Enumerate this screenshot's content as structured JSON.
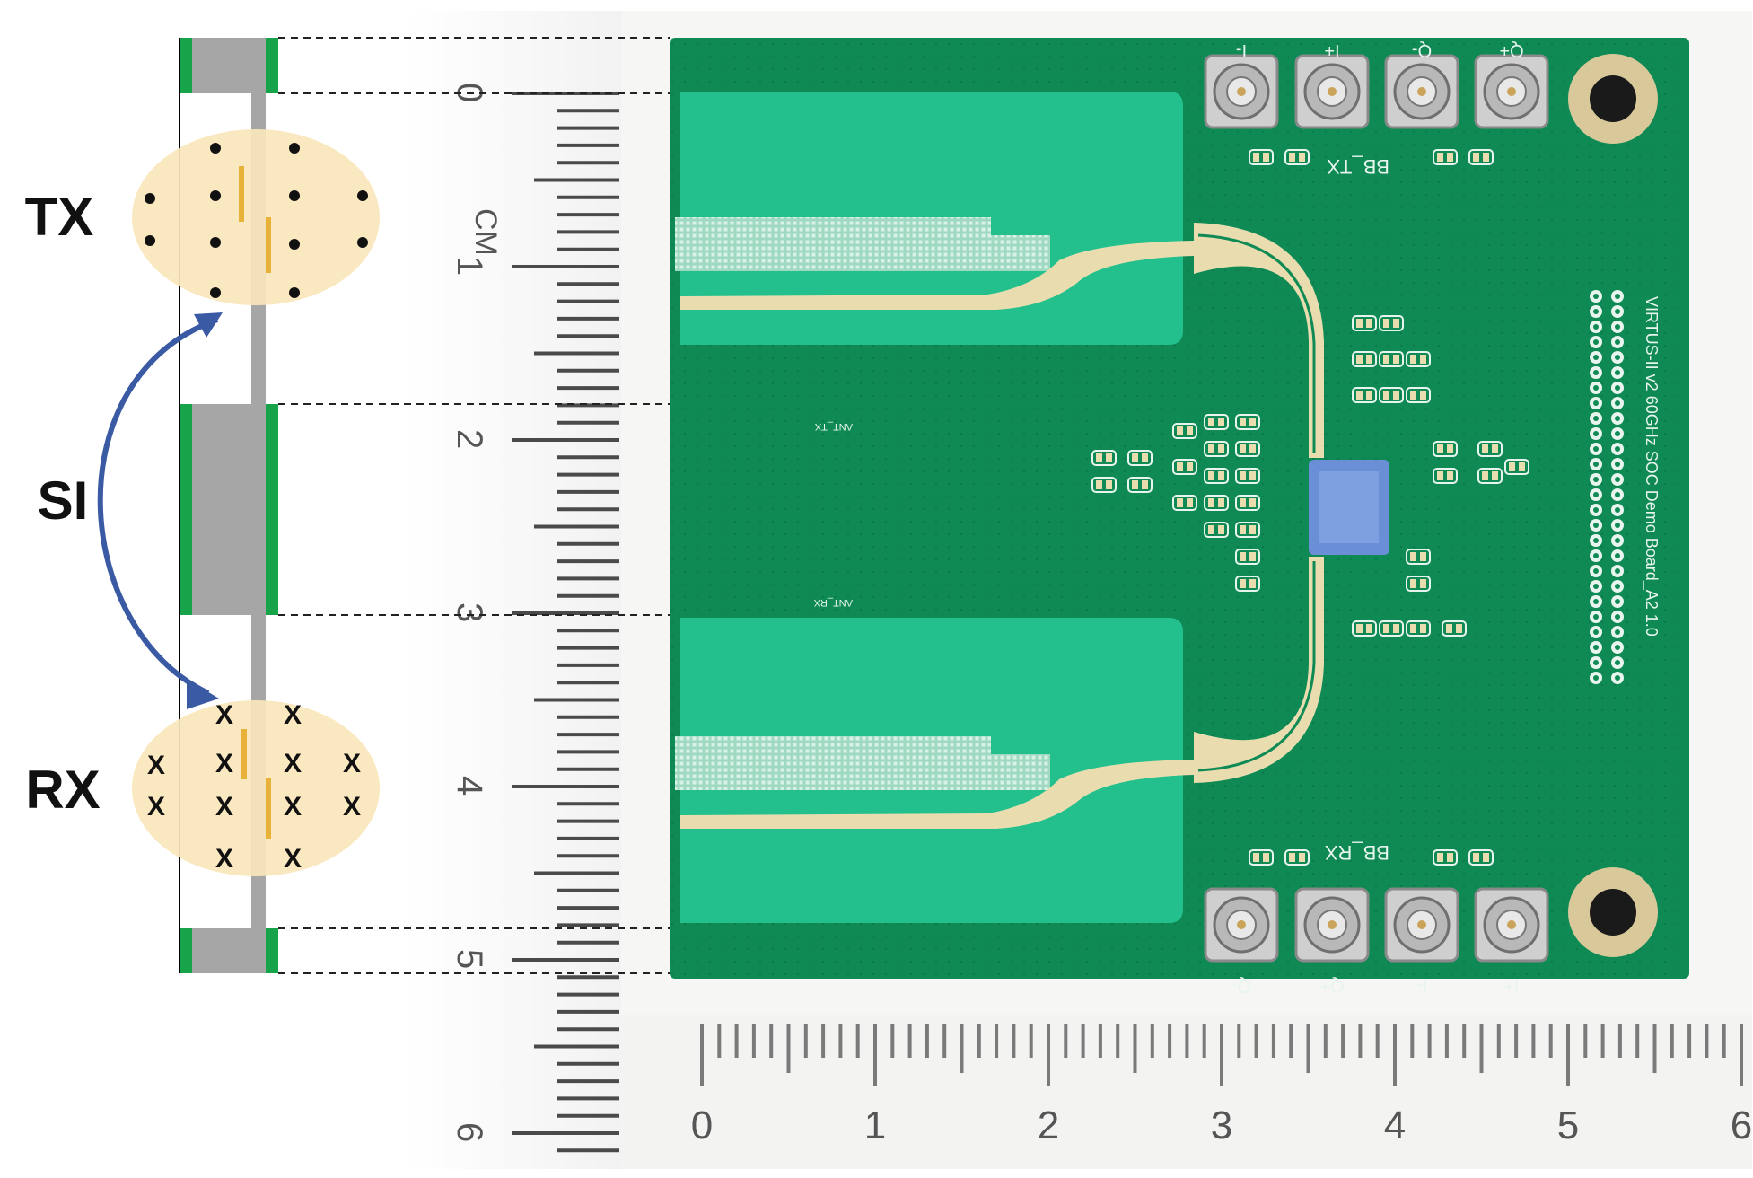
{
  "labels": {
    "tx": "TX",
    "si": "SI",
    "rx": "RX"
  },
  "rx_mark": "X",
  "vertical_ruler": {
    "unit": "CM",
    "numbers": [
      "0",
      "1",
      "2",
      "3",
      "4",
      "5",
      "6"
    ]
  },
  "horizontal_ruler": {
    "numbers": [
      "0",
      "1",
      "2",
      "3",
      "4",
      "5",
      "6"
    ]
  },
  "board": {
    "silkscreen_title": "VIRTUS-II v2 60GHz SOC Demo Board_A2 1.0",
    "bb_tx": "BB_TX",
    "bb_rx": "BB_RX",
    "ant_tx": "ANT_TX",
    "ant_rx": "ANT_RX",
    "top_connectors": [
      "I-",
      "I+",
      "Q-",
      "Q+"
    ],
    "bottom_connectors": [
      "Q-",
      "Q+",
      "I-",
      "I+"
    ]
  },
  "colors": {
    "pcb_green": "#0f8a55",
    "antenna_green": "#23c08d",
    "gold": "#e9ddb0",
    "layer_green": "#16a34a",
    "layer_gray": "#a6a6a6",
    "blob": "#fae6bb",
    "arrow": "#3a5aa3",
    "chip": "#6b8fd6"
  }
}
